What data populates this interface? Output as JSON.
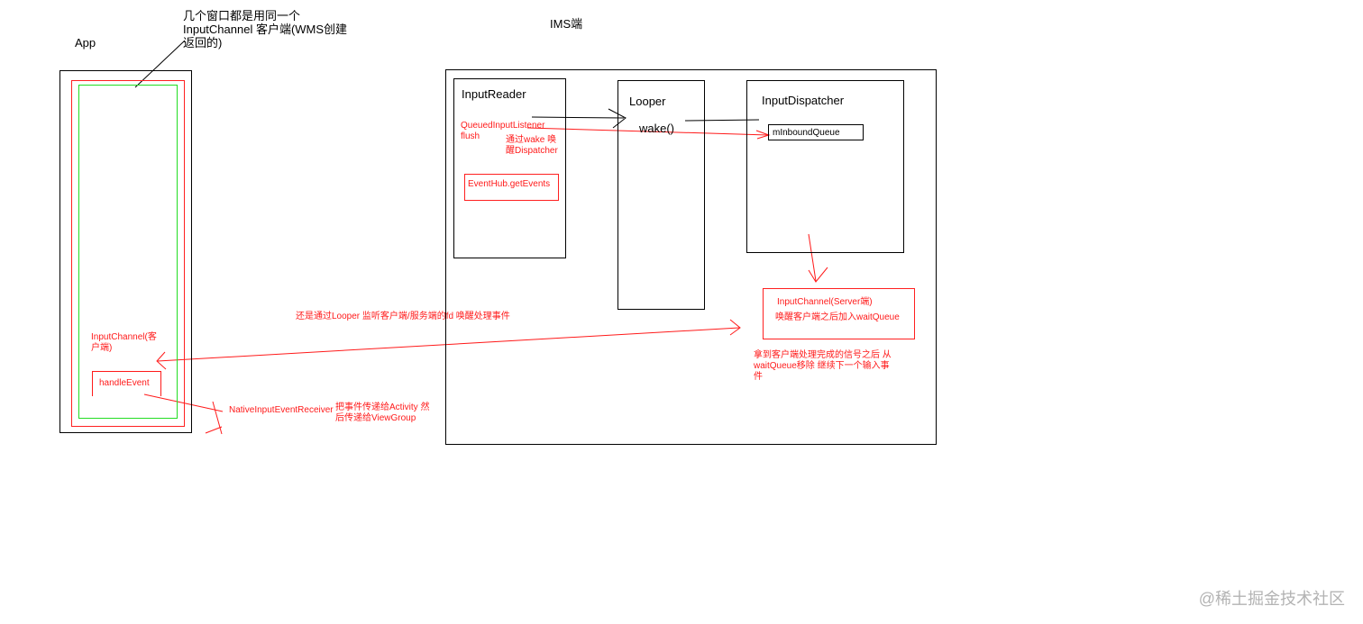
{
  "app": {
    "title": "App",
    "window_note": "几个窗口都是用同一个InputChannel 客户端(WMS创建返回的)",
    "input_channel_label": "InputChannel(客户端)",
    "handle_event_label": "handleEvent",
    "native_receiver_label": "NativeInputEventReceiver",
    "dispatch_note": "把事件传递给Activity 然后传递给ViewGroup"
  },
  "ims": {
    "title": "IMS端",
    "input_reader": {
      "title": "InputReader",
      "listener_flush": "QueuedInputListener flush",
      "wake_note": "通过wake 唤醒Dispatcher",
      "eventhub": "EventHub.getEvents"
    },
    "looper": {
      "title": "Looper",
      "wake": "wake()"
    },
    "input_dispatcher": {
      "title": "InputDispatcher",
      "inbound_queue": "mInboundQueue"
    },
    "server_channel": {
      "title": "InputChannel(Server端)",
      "wake_client": "唤醒客户端之后加入waitQueue"
    },
    "remove_note": "拿到客户端处理完成的信号之后 从waitQueue移除 继续下一个输入事件"
  },
  "connection_note": "还是通过Looper 监听客户端/服务端的fd   唤醒处理事件",
  "watermark": "@稀土掘金技术社区",
  "colors": {
    "annotation": "#ff1a1a",
    "window_inner": "#22dd22",
    "outline": "#000000"
  }
}
